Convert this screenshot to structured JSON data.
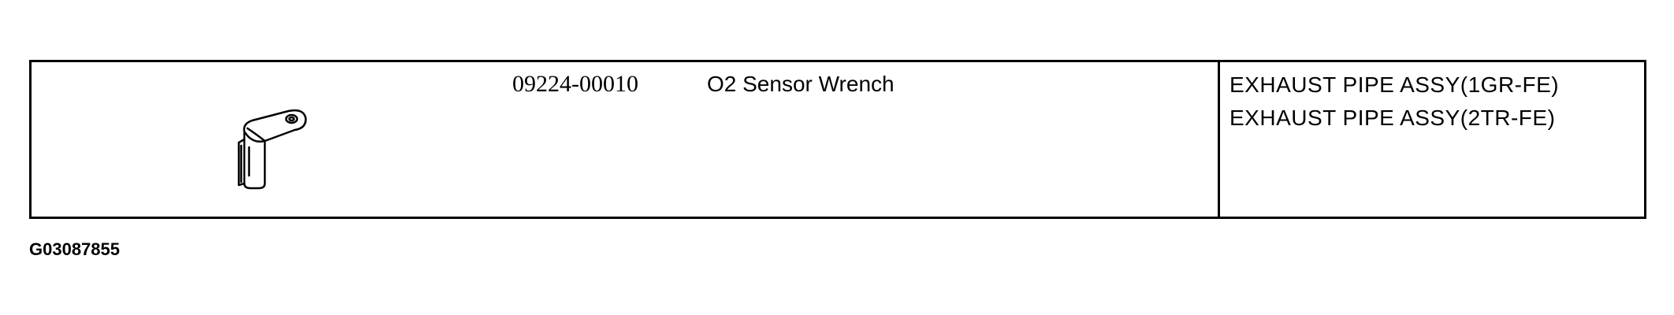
{
  "tool": {
    "part_number": "09224-00010",
    "name": "O2 Sensor Wrench",
    "illustration_icon": "o2-sensor-wrench-icon",
    "applications": [
      "EXHAUST PIPE ASSY(1GR-FE)",
      "EXHAUST PIPE ASSY(2TR-FE)"
    ]
  },
  "figure_code": "G03087855",
  "colors": {
    "line": "#000000",
    "background": "#ffffff"
  }
}
